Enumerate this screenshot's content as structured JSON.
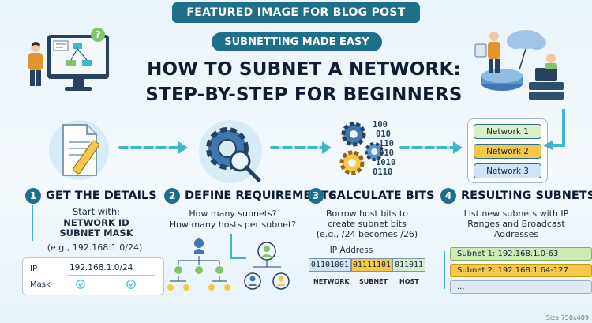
{
  "banner": "FEATURED IMAGE FOR BLOG POST",
  "tag": "SUBNETTING MADE EASY",
  "title_line1": "HOW TO SUBNET A NETWORK:",
  "title_line2": "STEP-BY-STEP FOR BEGINNERS",
  "steps": [
    {
      "num": "1",
      "title": "GET THE DETAILS",
      "lines": [
        "Start with:",
        "NETWORK ID",
        "SUBNET MASK",
        "(e.g., 192.168.1.0/24)"
      ],
      "card": {
        "ip_label": "IP",
        "ip_value": "192.168.1.0/24",
        "mask_label": "Mask"
      }
    },
    {
      "num": "2",
      "title": "DEFINE REQUIREMENTS",
      "lines": [
        "How many subnets?",
        "How many hosts per subnet?"
      ]
    },
    {
      "num": "3",
      "title": "CALCULATE BITS",
      "lines": [
        "Borrow host bits to",
        "create subnet bits",
        "(e.g., /24 becomes /26)"
      ],
      "ip_caption": "IP Address",
      "bits": {
        "network": "01101001",
        "subnet": "01111101",
        "host": "011011"
      },
      "bit_labels": {
        "network": "NETWORK",
        "subnet": "SUBNET",
        "host": "HOST"
      },
      "binary_glyphs": [
        "100",
        "010",
        "110",
        "010",
        "1010",
        "0110"
      ]
    },
    {
      "num": "4",
      "title": "RESULTING SUBNETS",
      "lines": [
        "List new subnets with IP",
        "Ranges and Broadcast",
        "Addresses"
      ],
      "subnets": [
        "Subnet 1: 192.168.1.0-63",
        "Subnet 2: 192.168.1.64-127",
        "..."
      ]
    }
  ],
  "networks": [
    "Network 1",
    "Network 2",
    "Network 3"
  ],
  "colors": {
    "brand": "#1f6f8b",
    "arrow": "#3fb6c9",
    "net1": "#d9f0c7",
    "net2": "#f6c84a",
    "net3": "#cfe3f7",
    "subnet1": "#cfe9b8",
    "subnet2": "#f6c84a",
    "subnet3": "#dfe9f2"
  },
  "icons": [
    "monitor-diagram-icon",
    "person-icon",
    "document-pencil-icon",
    "gear-magnifier-icon",
    "gears-binary-icon",
    "cloud-router-icon",
    "hierarchy-icon",
    "users-icon",
    "check-icon"
  ],
  "size_note": "Size 750x409"
}
